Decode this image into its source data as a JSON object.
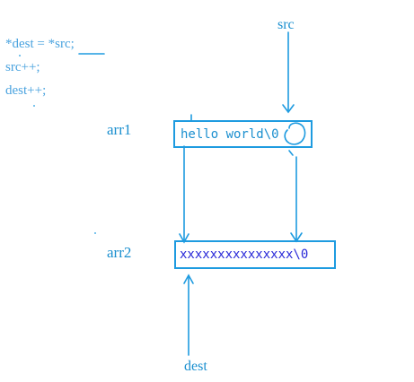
{
  "code": {
    "line1": "*dest = *src;",
    "line2": "src++;",
    "line3": "dest++;"
  },
  "labels": {
    "src": "src",
    "dest": "dest",
    "arr1": "arr1",
    "arr2": "arr2"
  },
  "arrays": {
    "arr1": "hello world\\0",
    "arr2": "xxxxxxxxxxxxxxx\\0"
  },
  "colors": {
    "ink": "#1e9be0",
    "arr2_text": "#2a2ad8"
  }
}
